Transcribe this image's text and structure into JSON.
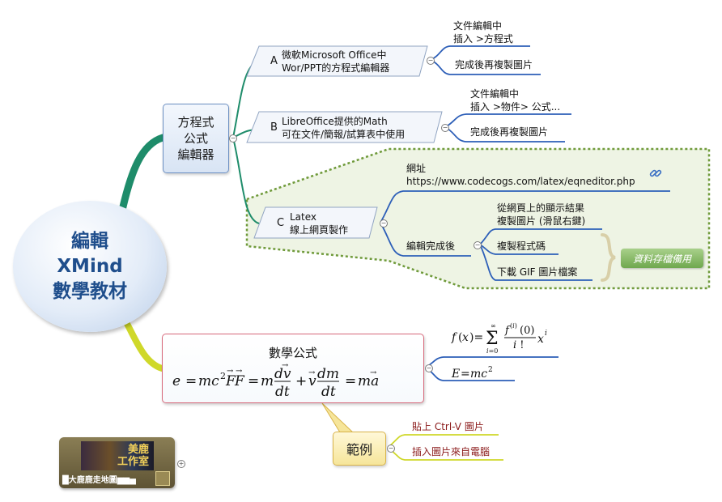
{
  "central": {
    "lines": [
      "編輯",
      "XMind",
      "數學教材"
    ]
  },
  "topic_editor": {
    "label": "方程式\n公式\n編輯器"
  },
  "branch_a": {
    "letter": "A",
    "lines": [
      "微軟Microsoft Office中",
      "Wor/PPT的方程式編輯器"
    ],
    "subs": [
      {
        "lines": [
          "文件編輯中",
          "插入 >方程式"
        ]
      },
      {
        "lines": [
          "完成後再複製圖片"
        ]
      }
    ]
  },
  "branch_b": {
    "letter": "B",
    "lines": [
      "LibreOffice提供的Math",
      "可在文件/簡報/試算表中使用"
    ],
    "subs": [
      {
        "lines": [
          "文件編輯中",
          "插入 >物件> 公式..."
        ]
      },
      {
        "lines": [
          "完成後再複製圖片"
        ]
      }
    ]
  },
  "branch_c": {
    "letter": "C",
    "lines": [
      "Latex",
      "線上網頁製作"
    ],
    "url_item": {
      "lines": [
        "網址",
        "https://www.codecogs.com/latex/eqneditor.php"
      ]
    },
    "after_edit": {
      "label": "編輯完成後",
      "subs": [
        {
          "lines": [
            "從網頁上的顯示結果",
            "複製圖片 (滑鼠右鍵)"
          ]
        },
        {
          "lines": [
            "複製程式碼"
          ]
        },
        {
          "lines": [
            "下載 GIF 圖片檔案"
          ]
        }
      ]
    },
    "callout": "資料存檔備用"
  },
  "topic_math": {
    "title": "數學公式",
    "subs": [
      {
        "id": "taylor"
      },
      {
        "id": "emc2"
      }
    ]
  },
  "topic_example": {
    "label": "範例",
    "subs": [
      {
        "label": "貼上 Ctrl-V 圖片"
      },
      {
        "label": "插入圖片來自電腦"
      }
    ]
  },
  "logo": {
    "title_chars": "美鹿\n工作室",
    "caption": "█大鹿鹿走地圖▆▆▅"
  },
  "colors": {
    "line_green": "#1e8c6a",
    "line_yellow": "#cfd82a",
    "line_blue": "#2d5fb8",
    "dashed_border": "#6f9a3a",
    "callout_fill": "#e8f1df",
    "math_border": "#d86a7c",
    "example_text": "#8b1a1a"
  }
}
